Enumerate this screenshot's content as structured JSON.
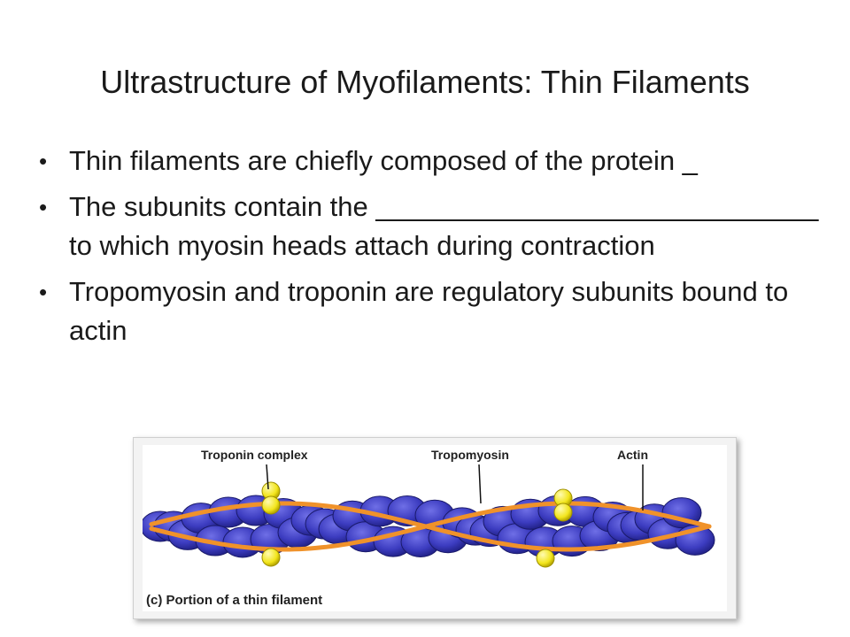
{
  "slide": {
    "title": "Ultrastructure of Myofilaments: Thin Filaments",
    "bullets": [
      {
        "text": "Thin filaments are chiefly composed of the protein _"
      },
      {
        "text": "The subunits contain the _____________________________ to which myosin heads attach during contraction"
      },
      {
        "text": "Tropomyosin and troponin are regulatory subunits bound to actin"
      }
    ]
  },
  "figure": {
    "labels": {
      "troponin": "Troponin complex",
      "tropomyosin": "Tropomyosin",
      "actin": "Actin"
    },
    "caption": "(c) Portion of a thin filament",
    "colors": {
      "actin": "#3c3cc0",
      "tropomyosin": "#f0922a",
      "troponin": "#f2e51c"
    }
  }
}
